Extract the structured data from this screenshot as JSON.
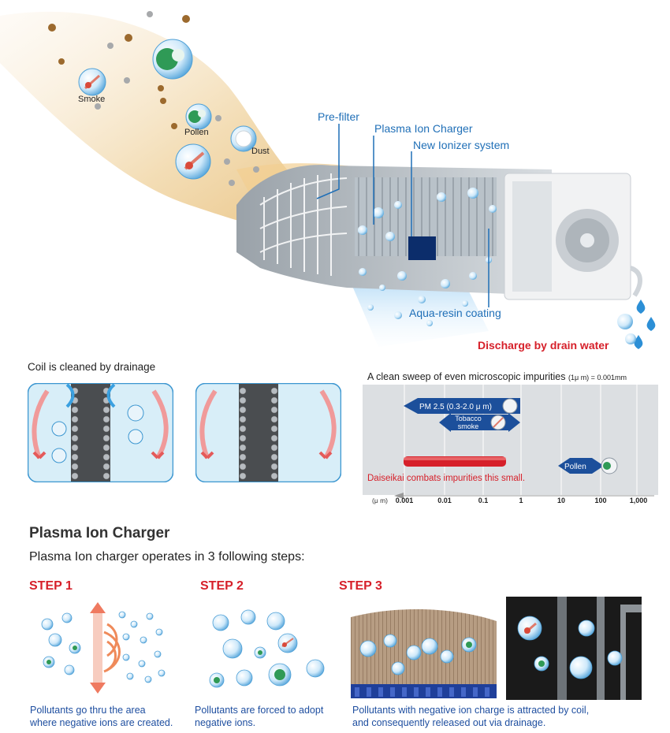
{
  "hero": {
    "particles": {
      "smoke": "Smoke",
      "pollen": "Pollen",
      "dust": "Dust"
    },
    "labels": {
      "prefilter": "Pre-filter",
      "plasma": "Plasma Ion Charger",
      "ionizer": "New Ionizer system",
      "aqua": "Aqua-resin coating",
      "drain": "Discharge by drain water"
    }
  },
  "coil": {
    "title": "Coil is cleaned by drainage"
  },
  "sweep": {
    "title": "A clean sweep of even microscopic impurities",
    "note": "(1μ m) = 0.001mm",
    "pm25": "PM 2.5 (0.3-2.0 μ m)",
    "tobacco_line1": "Tobacco",
    "tobacco_line2": "smoke",
    "pollen": "Pollen",
    "daiseikai": "Daiseikai combats impurities this small.",
    "unit": "(μ m)",
    "ticks": [
      "0.001",
      "0.01",
      "0.1",
      "1",
      "10",
      "100",
      "1,000"
    ]
  },
  "plasma": {
    "title": "Plasma Ion Charger",
    "subtitle": "Plasma Ion charger operates in 3 following steps:",
    "steps": [
      {
        "label": "STEP 1",
        "caption_1": "Pollutants go thru the area",
        "caption_2": "where negative ions are created."
      },
      {
        "label": "STEP 2",
        "caption_1": "Pollutants are forced to adopt",
        "caption_2": "negative ions."
      },
      {
        "label": "STEP 3",
        "caption_1": "Pollutants with negative ion charge is attracted by coil,",
        "caption_2": "and consequently released out via drainage."
      }
    ]
  },
  "colors": {
    "brand_blue": "#1f6fb7",
    "accent_red": "#d6202a",
    "caption_blue": "#1f4fa0"
  }
}
